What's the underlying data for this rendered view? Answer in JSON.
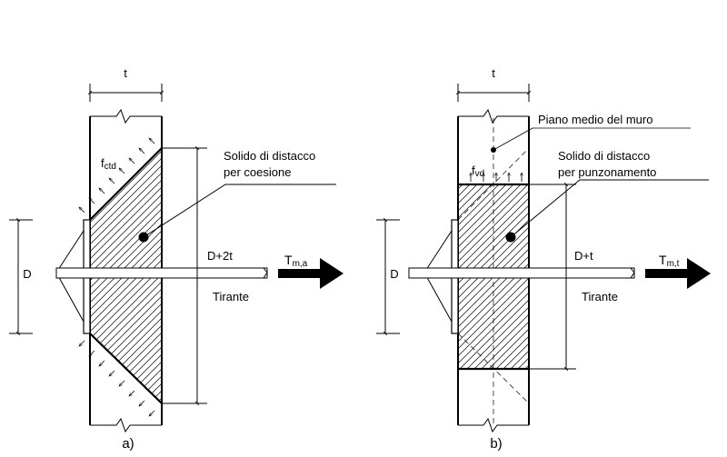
{
  "panel_a": {
    "caption": "a)",
    "thickness_label": "t",
    "depth_label": "D",
    "stress_label_main": "f",
    "stress_label_sub": "ctd",
    "callout_line1": "Solido di distacco",
    "callout_line2": "per coesione",
    "extent_label": "D+2t",
    "force_main": "T",
    "force_sub": "m,a",
    "rod_label": "Tirante"
  },
  "panel_b": {
    "caption": "b)",
    "thickness_label": "t",
    "depth_label": "D",
    "plane_label": "Piano medio del muro",
    "stress_label_main": "f",
    "stress_label_sub": "vd",
    "callout_line1": "Solido di distacco",
    "callout_line2": "per punzonamento",
    "extent_label": "D+t",
    "force_main": "T",
    "force_sub": "m,t",
    "rod_label": "Tirante"
  }
}
